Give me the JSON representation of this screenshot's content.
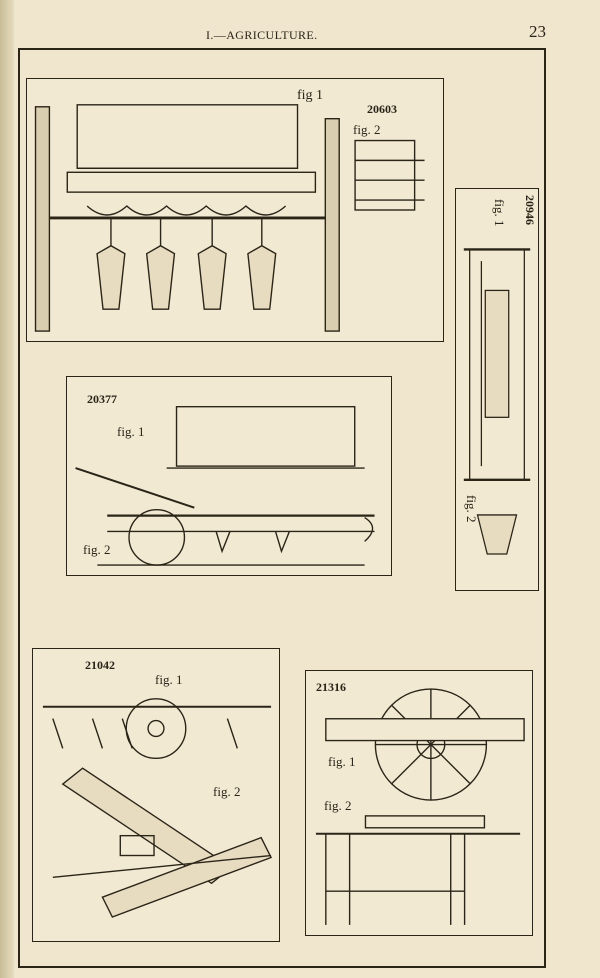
{
  "header": {
    "running_head": "I.—AGRICULTURE.",
    "page_number": "23"
  },
  "plates": [
    {
      "patent": "20603",
      "figures": [
        "fig 1",
        "fig. 2"
      ]
    },
    {
      "patent": "20946",
      "figures": [
        "fig. 1",
        "fig. 2"
      ]
    },
    {
      "patent": "20377",
      "figures": [
        "fig. 1",
        "fig. 2"
      ]
    },
    {
      "patent": "21042",
      "figures": [
        "fig. 1",
        "fig. 2"
      ]
    },
    {
      "patent": "21316",
      "figures": [
        "fig. 1",
        "fig. 2"
      ]
    }
  ]
}
